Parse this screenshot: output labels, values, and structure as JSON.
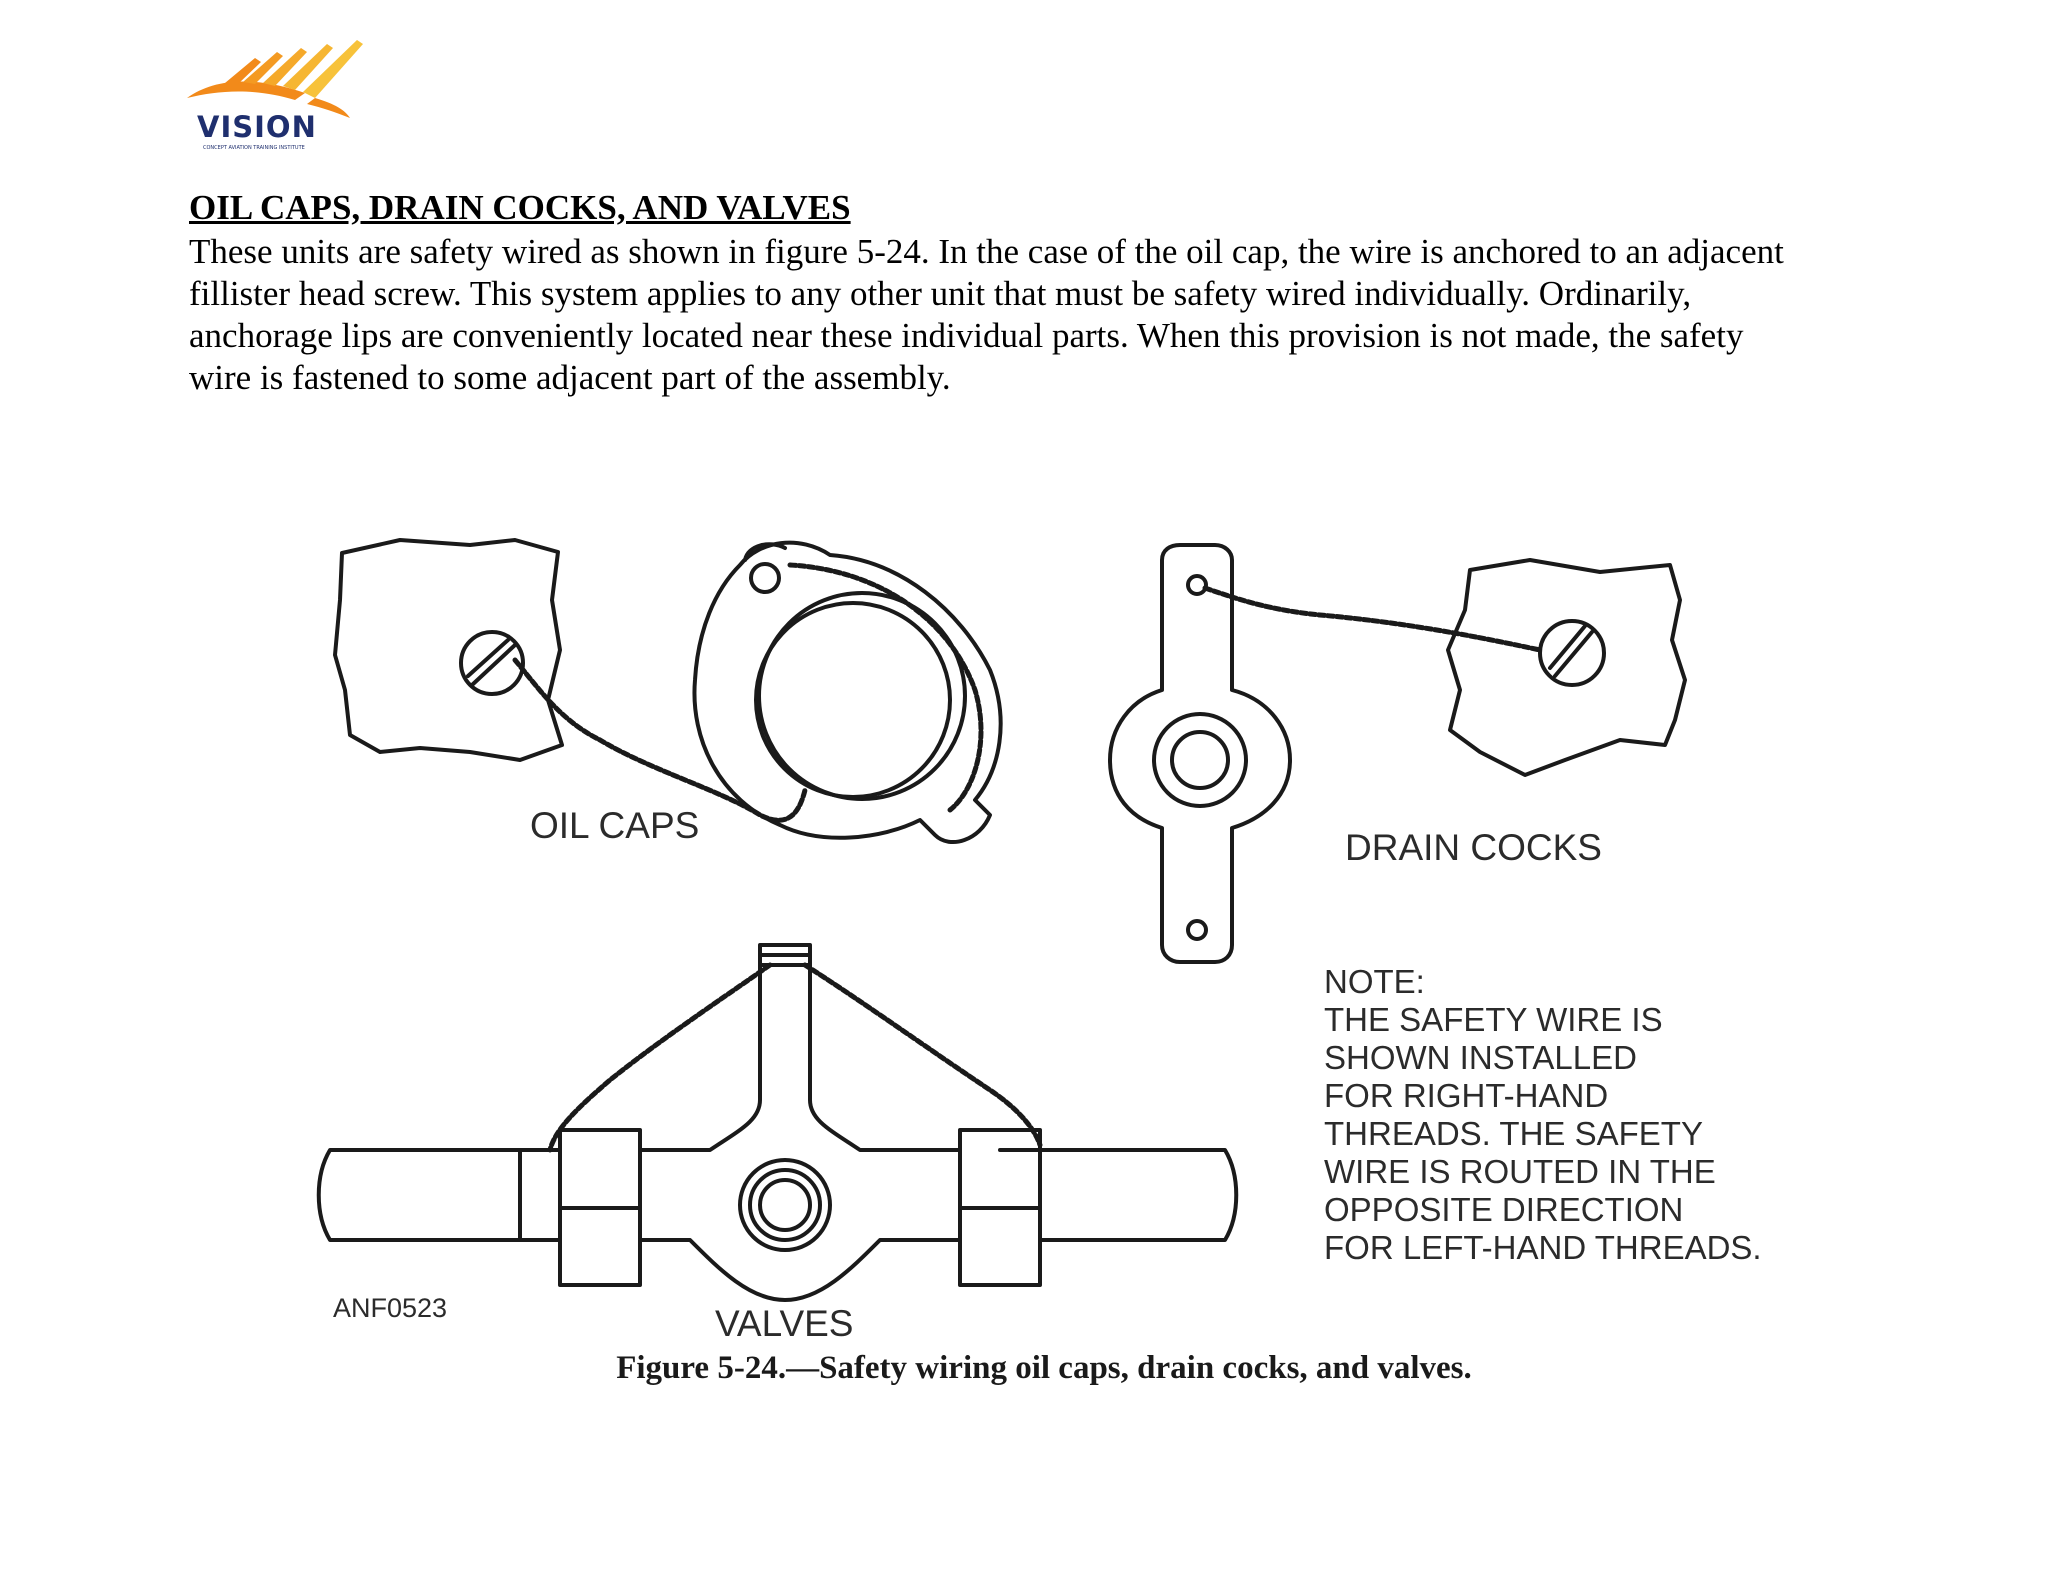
{
  "logo": {
    "word": "VISION",
    "subtitle": "CONCEPT AVIATION TRAINING INSTITUTE",
    "colors": {
      "flame": "#f28a1a",
      "flame_light": "#f7c23a",
      "text": "#1f2f6e"
    }
  },
  "section": {
    "heading": "OIL CAPS, DRAIN COCKS, AND VALVES",
    "paragraph_lines": [
      "These units are safety wired as shown in figure 5-24. In the case of the oil cap, the wire is anchored to an adjacent",
      "fillister head screw. This system applies to any other unit that must be safety wired individually. Ordinarily,",
      "anchorage lips are conveniently located near these individual parts. When this provision is not made, the safety",
      "wire is fastened to some adjacent part of the assembly."
    ]
  },
  "figure": {
    "labels": {
      "oil_caps": "OIL CAPS",
      "drain_cocks": "DRAIN COCKS",
      "valves": "VALVES",
      "code": "ANF0523"
    },
    "note_lines": [
      "NOTE:",
      "THE SAFETY WIRE IS",
      "SHOWN INSTALLED",
      "FOR RIGHT-HAND",
      "THREADS. THE SAFETY",
      "WIRE IS ROUTED IN THE",
      "OPPOSITE DIRECTION",
      "FOR LEFT-HAND THREADS."
    ],
    "caption": "Figure 5-24.—Safety wiring oil caps, drain cocks, and valves."
  }
}
